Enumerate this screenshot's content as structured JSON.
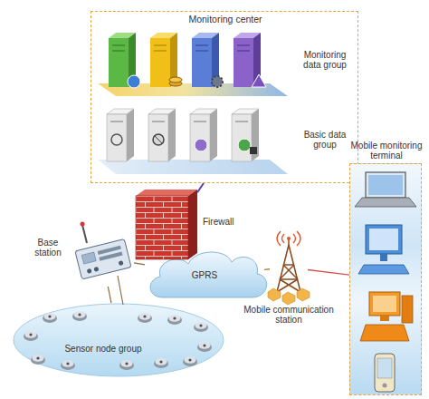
{
  "diagram": {
    "nodes": [
      {
        "text": [
          "Monitoring center"
        ]
      },
      {
        "text": [
          "Monitoring data group"
        ],
        "in": 0
      },
      {
        "text": [
          "Basic data group"
        ],
        "in": 0
      },
      {
        "text": [
          "Firewall"
        ]
      },
      {
        "text": [
          "GPRS"
        ]
      },
      {
        "text": [
          "Base station"
        ]
      },
      {
        "text": [
          "Sensor node group"
        ]
      },
      {
        "text": [
          "Mobile communication station"
        ]
      },
      {
        "text": [
          "Mobile monitoring terminal"
        ]
      }
    ],
    "edges": [
      {
        "from": 0,
        "to": 3,
        "arrow": "none"
      },
      {
        "from": 5,
        "to": 4,
        "arrow": "none"
      },
      {
        "from": 5,
        "to": 6,
        "arrow": "none"
      },
      {
        "from": 4,
        "to": 7,
        "arrow": "none"
      },
      {
        "from": 7,
        "to": 8,
        "arrow": "none"
      }
    ]
  }
}
